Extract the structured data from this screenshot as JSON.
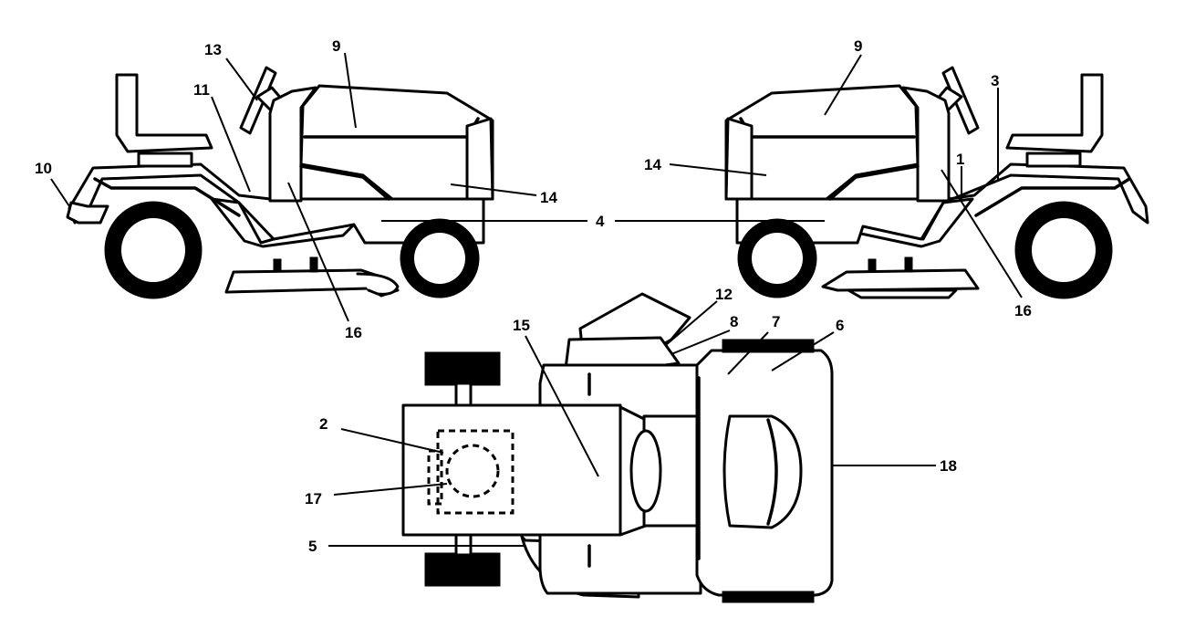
{
  "left_view": {
    "labels": {
      "l9": "9",
      "l13": "13",
      "l11": "11",
      "l10": "10",
      "l14": "14",
      "l16": "16"
    }
  },
  "center": {
    "l4": "4"
  },
  "right_view": {
    "labels": {
      "l9": "9",
      "l3": "3",
      "l14": "14",
      "l1": "1",
      "l16": "16"
    }
  },
  "top_view": {
    "labels": {
      "l12": "12",
      "l8": "8",
      "l15": "15",
      "l7": "7",
      "l6": "6",
      "l2": "2",
      "l17": "17",
      "l18": "18",
      "l5": "5"
    }
  }
}
